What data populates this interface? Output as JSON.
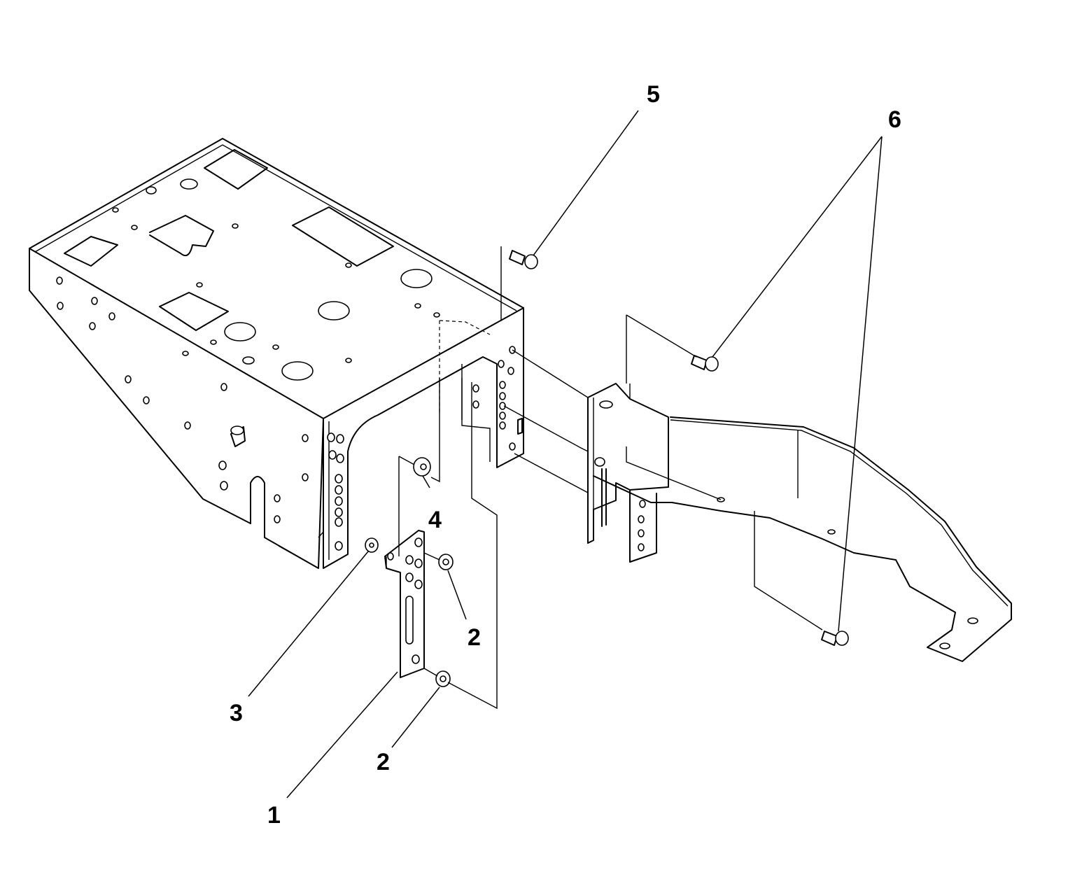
{
  "callouts": [
    {
      "id": "1",
      "label": "1"
    },
    {
      "id": "2a",
      "label": "2"
    },
    {
      "id": "2b",
      "label": "2"
    },
    {
      "id": "3",
      "label": "3"
    },
    {
      "id": "4",
      "label": "4"
    },
    {
      "id": "5",
      "label": "5"
    },
    {
      "id": "6",
      "label": "6"
    }
  ],
  "colors": {
    "line": "#000000",
    "background": "#ffffff"
  }
}
